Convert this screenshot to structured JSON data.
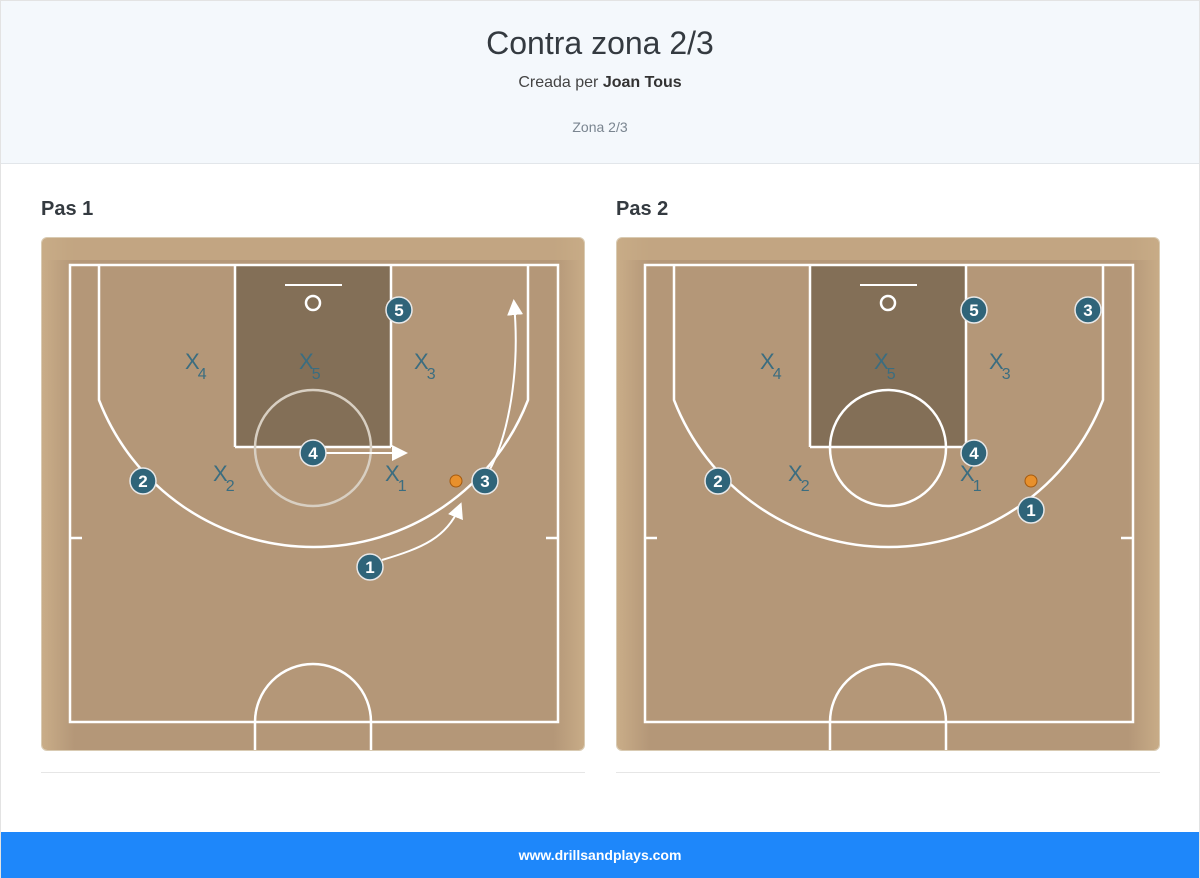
{
  "header": {
    "title": "Contra zona 2/3",
    "created_by_prefix": "Creada per",
    "author": "Joan Tous",
    "tag": "Zona 2/3"
  },
  "steps": [
    {
      "title": "Pas 1",
      "offense": [
        {
          "label": "5"
        },
        {
          "label": "4"
        },
        {
          "label": "2"
        },
        {
          "label": "3"
        },
        {
          "label": "1"
        }
      ],
      "defense": [
        {
          "label": "X",
          "sub": "4"
        },
        {
          "label": "X",
          "sub": "5"
        },
        {
          "label": "X",
          "sub": "3"
        },
        {
          "label": "X",
          "sub": "2"
        },
        {
          "label": "X",
          "sub": "1"
        }
      ]
    },
    {
      "title": "Pas 2",
      "offense": [
        {
          "label": "5"
        },
        {
          "label": "3"
        },
        {
          "label": "4"
        },
        {
          "label": "2"
        },
        {
          "label": "1"
        }
      ],
      "defense": [
        {
          "label": "X",
          "sub": "4"
        },
        {
          "label": "X",
          "sub": "5"
        },
        {
          "label": "X",
          "sub": "3"
        },
        {
          "label": "X",
          "sub": "2"
        },
        {
          "label": "X",
          "sub": "1"
        }
      ]
    }
  ],
  "colors": {
    "player_fill": "#2f6479",
    "defense_text": "#3b6d80",
    "court_wood": "#b09374",
    "paint": "#7d6a53",
    "lines": "#ffffff",
    "footer": "#1e87fa"
  },
  "footer": {
    "site": "www.drillsandplays.com"
  }
}
